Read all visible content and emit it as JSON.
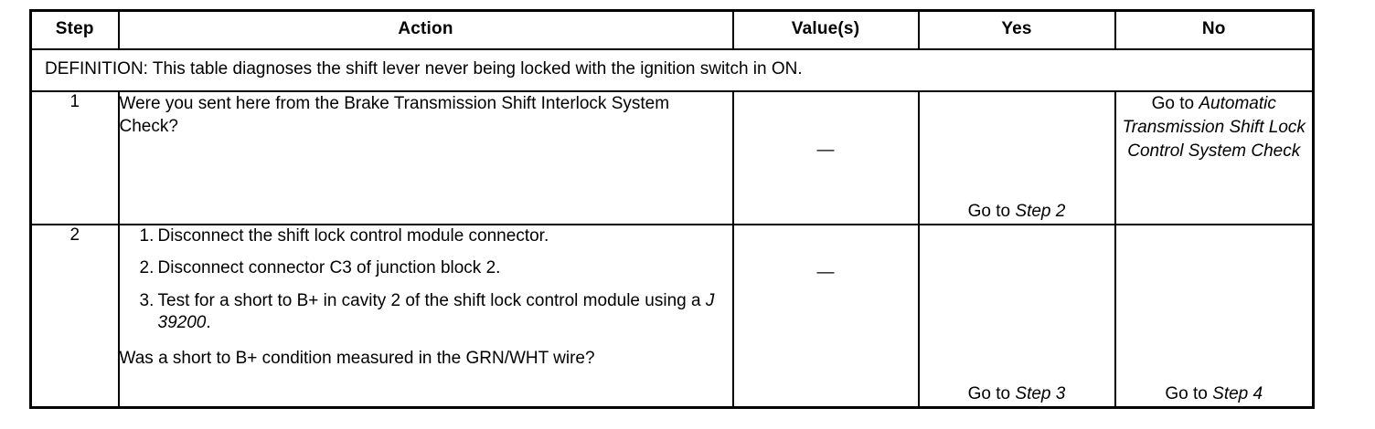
{
  "table": {
    "headers": [
      {
        "label": "Step",
        "name": "column-header-step"
      },
      {
        "label": "Action",
        "name": "column-header-action"
      },
      {
        "label": "Value(s)",
        "name": "column-header-values"
      },
      {
        "label": "Yes",
        "name": "column-header-yes"
      },
      {
        "label": "No",
        "name": "column-header-no"
      }
    ],
    "definition": {
      "label": "DEFINITION:",
      "text": "DEFINITION: This table diagnoses the shift lever never being locked with the ignition switch in ON."
    },
    "rows": [
      {
        "step": "1",
        "action_text": "Were you sent here from the Brake Transmission Shift Interlock System Check?",
        "value": "—",
        "yes": {
          "lead": "Go to ",
          "target": "Step 2",
          "full": "Go to Step 2"
        },
        "no": {
          "lead": "Go to ",
          "target": "Automatic Transmission Shift Lock Control System Check",
          "full": "Go to Automatic Transmission Shift Lock Control System Check"
        }
      },
      {
        "step": "2",
        "action_items": [
          {
            "num": "1.",
            "text": "Disconnect the shift lock control module connector."
          },
          {
            "num": "2.",
            "text": "Disconnect connector C3 of junction block 2."
          },
          {
            "num": "3.",
            "text": "Test for a short to B+ in cavity 2 of the shift lock control module using a ",
            "tool": "J 39200",
            "tail": "."
          }
        ],
        "action_question": "Was a short to B+ condition measured in the GRN/WHT wire?",
        "value": "—",
        "yes": {
          "lead": "Go to ",
          "target": "Step 3",
          "full": "Go to Step 3"
        },
        "no": {
          "lead": "Go to ",
          "target": "Step 4",
          "full": "Go to Step 4"
        }
      }
    ]
  },
  "colors": {
    "border": "#000000",
    "text": "#000000",
    "background": "#ffffff"
  }
}
